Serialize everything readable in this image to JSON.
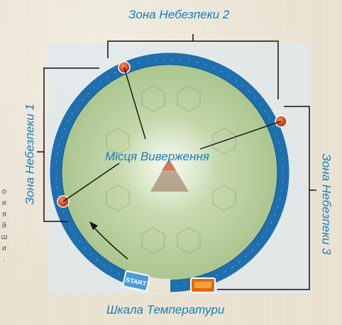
{
  "labels": {
    "zone_top": "Зона Небезпеки 2",
    "zone_left": "Зона Небезпеки 1",
    "zone_right": "Зона Небезпеки 3",
    "eruption_sites": "Місця Виверження",
    "temperature_scale": "Шкала Температури",
    "start_tile": "START"
  },
  "side_text_letters": [
    "о",
    "и",
    "я",
    "й",
    "ш",
    "и",
    "."
  ],
  "colors": {
    "label_blue": "#1a7fb8",
    "ring_blue": "#1f6fae",
    "eruption_red": "#d9421c",
    "start_tile": "#4a9bd6",
    "end_tile": "#e06a10"
  }
}
